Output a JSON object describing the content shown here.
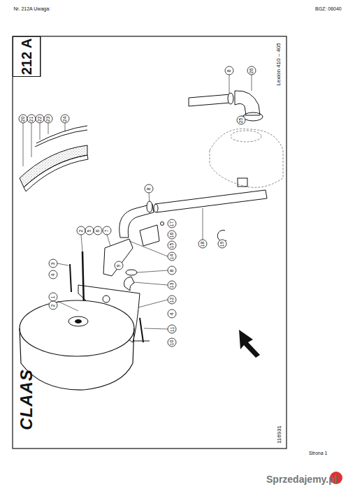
{
  "diagram": {
    "nodes": [
      {
        "text": [
          "212 A"
        ]
      }
    ],
    "labels": [
      "Nr. 212A  Uwaga:",
      "BGZ: 06040",
      "Lexion 410 – 405",
      "116931",
      "CLAAS",
      "8",
      "26",
      "25",
      "20",
      "21",
      "22",
      "23",
      "24",
      "8",
      "17",
      "16",
      "15",
      "14",
      "8",
      "13",
      "12",
      "4",
      "11",
      "10",
      "9",
      "18",
      "19",
      "2",
      "5",
      "6",
      "7",
      "3",
      "4",
      "1",
      "2",
      "Strona 1",
      "Sprzedajemy.pl"
    ]
  }
}
